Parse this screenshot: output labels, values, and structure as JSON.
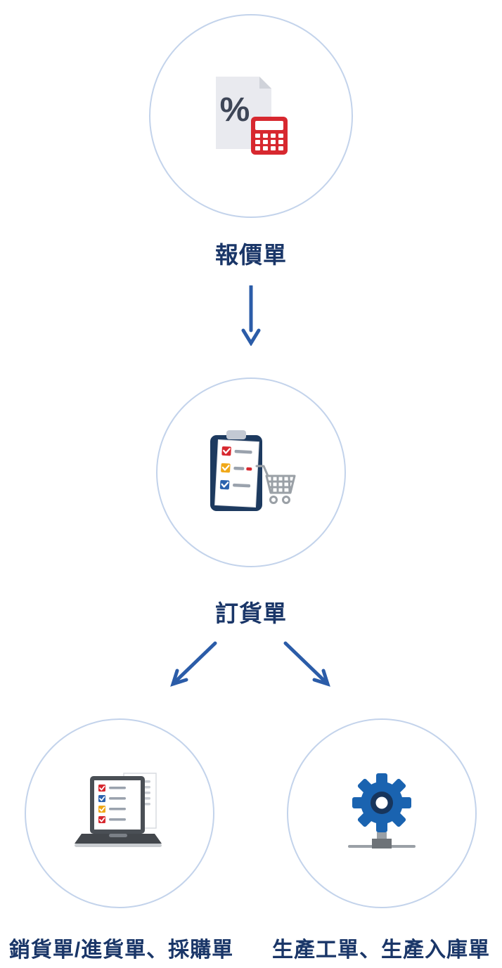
{
  "diagram": {
    "type": "flowchart",
    "nodes": {
      "quotation": {
        "label": "報價單",
        "icon": "quotation-document-calculator-icon",
        "glyph": "%"
      },
      "order": {
        "label": "訂貨單",
        "icon": "order-clipboard-cart-icon"
      },
      "sales": {
        "label": "銷貨單/進貨單、採購單",
        "icon": "laptop-checklist-icon"
      },
      "production": {
        "label": "生產工單、生產入庫單",
        "icon": "production-gear-icon"
      }
    },
    "connections": [
      {
        "from": "quotation",
        "to": "order",
        "direction": "down"
      },
      {
        "from": "order",
        "to": "sales",
        "direction": "down-left"
      },
      {
        "from": "order",
        "to": "production",
        "direction": "down-right"
      }
    ],
    "colors": {
      "background": "#ffffff",
      "circle_border": "#c3d3eb",
      "label_text": "#1a3668",
      "arrow": "#2b5ca8",
      "accent_red": "#d7282f",
      "accent_amber": "#f0a818",
      "accent_blue": "#2b62ae",
      "accent_navy": "#1d3a5f",
      "gear_blue": "#1a63b0",
      "neutral_gray": "#9aa0a6"
    }
  }
}
